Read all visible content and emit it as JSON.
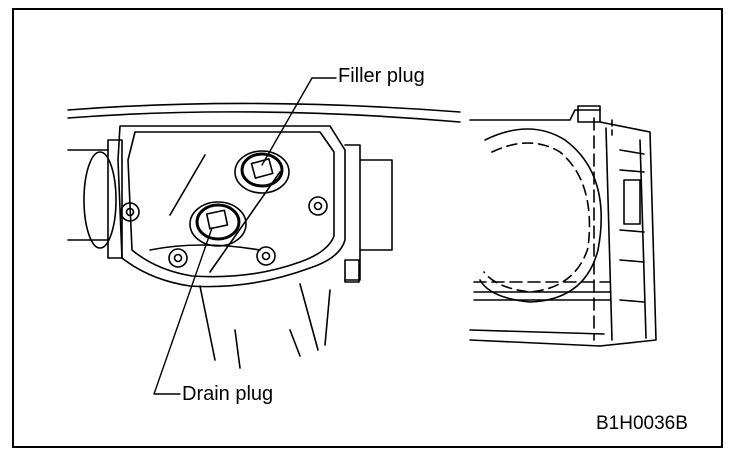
{
  "labels": {
    "filler_plug": "Filler plug",
    "drain_plug": "Drain plug",
    "figure_code": "B1H0036B"
  },
  "colors": {
    "line": "#000000",
    "background": "#ffffff"
  }
}
